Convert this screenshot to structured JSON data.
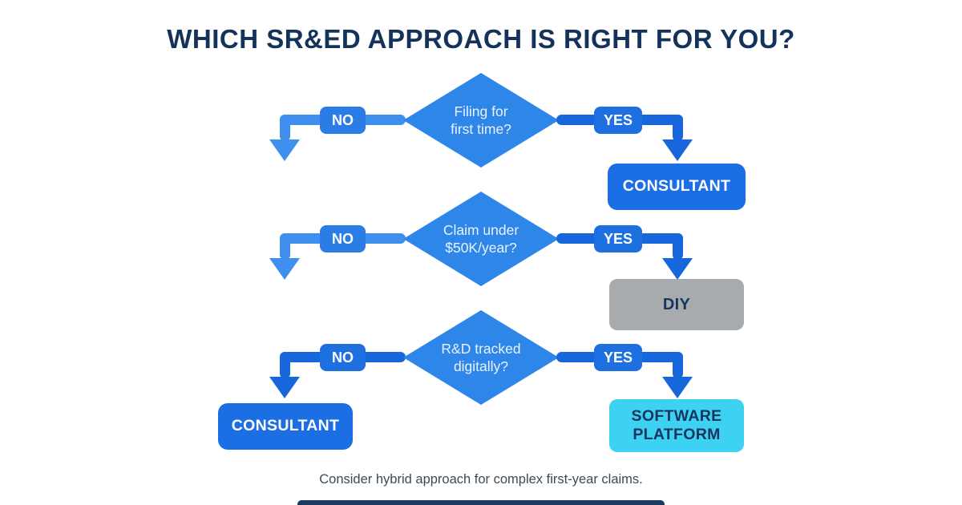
{
  "title": "WHICH SR&ED APPROACH IS RIGHT FOR YOU?",
  "footnote": "Consider hybrid approach for complex first-year claims.",
  "labels": {
    "no": "NO",
    "yes": "YES"
  },
  "questions": {
    "q1": {
      "line1": "Filing for",
      "line2": "first time?"
    },
    "q2": {
      "line1": "Claim under",
      "line2": "$50K/year?"
    },
    "q3": {
      "line1": "R&D tracked",
      "line2": "digitally?"
    }
  },
  "outcomes": {
    "consultant_first_time": "CONSULTANT",
    "diy": "DIY",
    "consultant_untracked": "CONSULTANT",
    "software_platform": {
      "line1": "SOFTWARE",
      "line2": "PLATFORM"
    }
  },
  "colors": {
    "title_navy": "#15325B",
    "diamond_blue": "#2E86E8",
    "no_arrow_light_blue": "#3F90EE",
    "yes_arrow_dark_blue": "#1766DC",
    "outcome_blue": "#1B6EE3",
    "diy_gray": "#A8ABAE",
    "software_cyan": "#3DD2F2",
    "dark_text": "#16355E",
    "footnote_gray": "#3A4A58",
    "bottom_bar_navy": "#1B3A5F"
  }
}
